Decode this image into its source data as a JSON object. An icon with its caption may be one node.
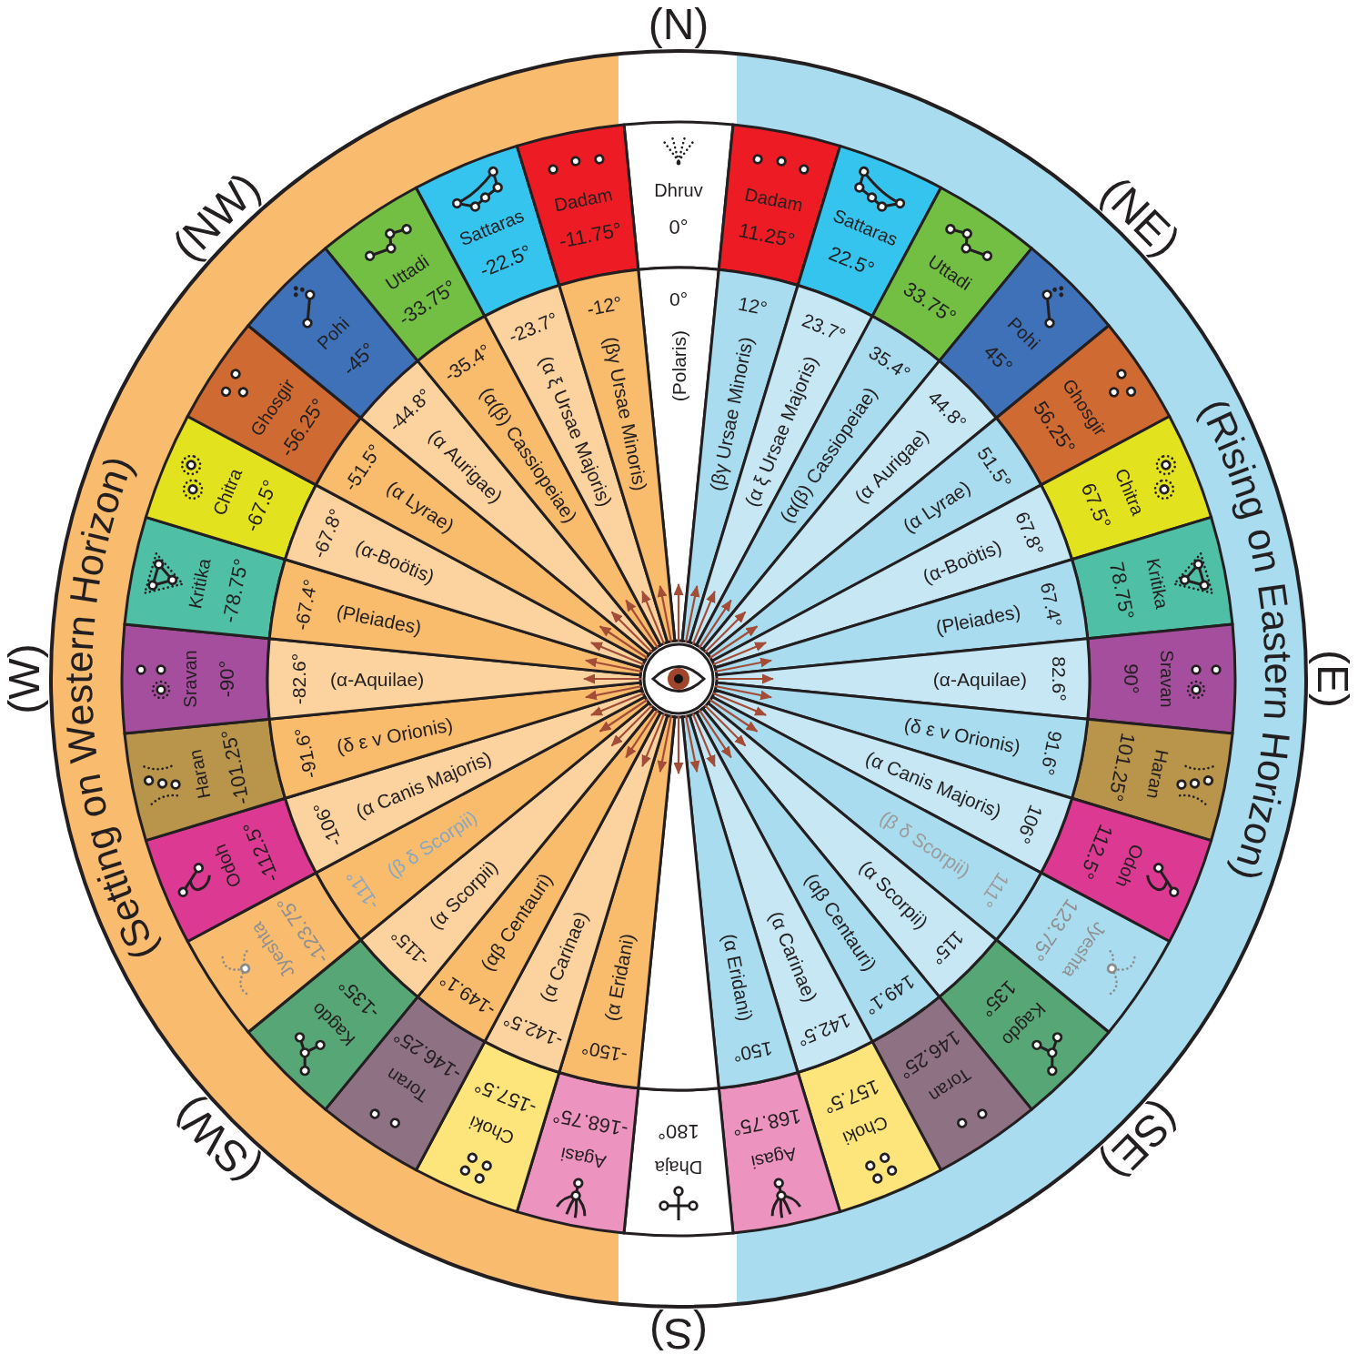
{
  "diagram": {
    "nodes": [
      {
        "text": [
          "(Setting on Western Horizon)"
        ]
      },
      {
        "text": [
          "(Rising on Eastern Horizon)"
        ]
      },
      {
        "text": [
          "Dhruv",
          "0°"
        ]
      },
      {
        "text": [
          "Dadam",
          "11.25°"
        ]
      },
      {
        "text": [
          "Sattaras",
          "22.5°"
        ]
      },
      {
        "text": [
          "Uttadi",
          "33.75°"
        ]
      },
      {
        "text": [
          "Pohi",
          "45°"
        ]
      },
      {
        "text": [
          "Ghosgir",
          "56.25°"
        ]
      },
      {
        "text": [
          "Chitra",
          "67.5°"
        ]
      },
      {
        "text": [
          "Kritika",
          "78.75°"
        ]
      },
      {
        "text": [
          "Sravan",
          "90°"
        ]
      },
      {
        "text": [
          "Haran",
          "101.25°"
        ]
      },
      {
        "text": [
          "Odoh",
          "112.5°"
        ]
      },
      {
        "text": [
          "Jyeshta",
          "123.75°"
        ]
      },
      {
        "text": [
          "Kagdo",
          "135°"
        ]
      },
      {
        "text": [
          "Toran",
          "146.25°"
        ]
      },
      {
        "text": [
          "Choki",
          "157.5°"
        ]
      },
      {
        "text": [
          "Agasi",
          "168.75°"
        ]
      },
      {
        "text": [
          "Dhaja",
          "180°"
        ]
      },
      {
        "text": [
          "Agasi",
          "-168.75°"
        ]
      },
      {
        "text": [
          "Choki",
          "-157.5°"
        ]
      },
      {
        "text": [
          "Toran",
          "-146.25°"
        ]
      },
      {
        "text": [
          "Kagdo",
          "-135°"
        ]
      },
      {
        "text": [
          "Jyeshta",
          "-123.75°"
        ]
      },
      {
        "text": [
          "Odoh",
          "-112.5°"
        ]
      },
      {
        "text": [
          "Haran",
          "-101.25°"
        ]
      },
      {
        "text": [
          "Sravan",
          "-90°"
        ]
      },
      {
        "text": [
          "Kritika",
          "-78.75°"
        ]
      },
      {
        "text": [
          "Chitra",
          "-67.5°"
        ]
      },
      {
        "text": [
          "Ghosgir",
          "-56.25°"
        ]
      },
      {
        "text": [
          "Pohi",
          "-45°"
        ]
      },
      {
        "text": [
          "Uttadi",
          "-33.75°"
        ]
      },
      {
        "text": [
          "Sattaras",
          "-22.5°"
        ]
      },
      {
        "text": [
          "Dadam",
          "-11.75°"
        ]
      },
      {
        "text": [
          "0°",
          "(Polaris)"
        ]
      },
      {
        "text": [
          "12°",
          "(βγ Ursae Minoris)"
        ]
      },
      {
        "text": [
          "23.7°",
          "(α ξ Ursae Majoris)"
        ]
      },
      {
        "text": [
          "35.4°",
          "(α(β) Cassiopeiae)"
        ]
      },
      {
        "text": [
          "44.8°",
          "(α Aurigae)"
        ]
      },
      {
        "text": [
          "51.5°",
          "(α Lyrae)"
        ]
      },
      {
        "text": [
          "67.8°",
          "(α-Boötis)"
        ]
      },
      {
        "text": [
          "67.4°",
          "(Pleiades)"
        ]
      },
      {
        "text": [
          "82.6°",
          "(α-Aquilae)"
        ]
      },
      {
        "text": [
          "91.6°",
          "(δ ε v Orionis)"
        ]
      },
      {
        "text": [
          "106°",
          "(α Canis Majoris)"
        ]
      },
      {
        "text": [
          "111°",
          "(β δ Scorpii)"
        ]
      },
      {
        "text": [
          "115°",
          "(α Scorpii)"
        ]
      },
      {
        "text": [
          "149.1°",
          "(αβ Centauri)"
        ]
      },
      {
        "text": [
          "142.5°",
          "(α Carinae)"
        ]
      },
      {
        "text": [
          "150°",
          "(α Eridani)"
        ]
      },
      {
        "text": [],
        "shape": "wedge"
      },
      {
        "text": [
          "-150°",
          "(α Eridani)"
        ]
      },
      {
        "text": [
          "-142.5°",
          "(α Carinae)"
        ]
      },
      {
        "text": [
          "-149.1°",
          "(αβ Centauri)"
        ]
      },
      {
        "text": [
          "-115°",
          "(α Scorpii)"
        ]
      },
      {
        "text": [
          "-111°",
          "(β δ Scorpii)"
        ]
      },
      {
        "text": [
          "-106°",
          "(α Canis Majoris)"
        ]
      },
      {
        "text": [
          "-91.6°",
          "(δ ε v Orionis)"
        ]
      },
      {
        "text": [
          "-82.6°",
          "(α-Aquilae)"
        ]
      },
      {
        "text": [
          "-67.4°",
          "(Pleiades)"
        ]
      },
      {
        "text": [
          "-67.8°",
          "(α-Boötis)"
        ]
      },
      {
        "text": [
          "-51.5°",
          "(α Lyrae)"
        ]
      },
      {
        "text": [
          "-44.8°",
          "(α Aurigae)"
        ]
      },
      {
        "text": [
          "-35.4°",
          "(α(β) Cassiopeiae)"
        ]
      },
      {
        "text": [
          "-23.7°",
          "(α ξ Ursae Majoris)"
        ]
      },
      {
        "text": [
          "-12°",
          "(βγ Ursae Minoris)"
        ]
      },
      {
        "text": [],
        "shape": "eye"
      }
    ],
    "edges": [
      {
        "from": 66,
        "to": 34,
        "arrow": "to"
      },
      {
        "from": 66,
        "to": 35,
        "arrow": "to"
      },
      {
        "from": 66,
        "to": 36,
        "arrow": "to"
      },
      {
        "from": 66,
        "to": 37,
        "arrow": "to"
      },
      {
        "from": 66,
        "to": 38,
        "arrow": "to"
      },
      {
        "from": 66,
        "to": 39,
        "arrow": "to"
      },
      {
        "from": 66,
        "to": 40,
        "arrow": "to"
      },
      {
        "from": 66,
        "to": 41,
        "arrow": "to"
      },
      {
        "from": 66,
        "to": 42,
        "arrow": "to"
      },
      {
        "from": 66,
        "to": 43,
        "arrow": "to"
      },
      {
        "from": 66,
        "to": 44,
        "arrow": "to"
      },
      {
        "from": 66,
        "to": 45,
        "arrow": "to"
      },
      {
        "from": 66,
        "to": 46,
        "arrow": "to"
      },
      {
        "from": 66,
        "to": 47,
        "arrow": "to"
      },
      {
        "from": 66,
        "to": 48,
        "arrow": "to"
      },
      {
        "from": 66,
        "to": 49,
        "arrow": "to"
      },
      {
        "from": 66,
        "to": 50,
        "arrow": "to"
      },
      {
        "from": 66,
        "to": 51,
        "arrow": "to"
      },
      {
        "from": 66,
        "to": 52,
        "arrow": "to"
      },
      {
        "from": 66,
        "to": 53,
        "arrow": "to"
      },
      {
        "from": 66,
        "to": 54,
        "arrow": "to"
      },
      {
        "from": 66,
        "to": 55,
        "arrow": "to"
      },
      {
        "from": 66,
        "to": 56,
        "arrow": "to"
      },
      {
        "from": 66,
        "to": 57,
        "arrow": "to"
      },
      {
        "from": 66,
        "to": 58,
        "arrow": "to"
      },
      {
        "from": 66,
        "to": 59,
        "arrow": "to"
      },
      {
        "from": 66,
        "to": 60,
        "arrow": "to"
      },
      {
        "from": 66,
        "to": 61,
        "arrow": "to"
      },
      {
        "from": 66,
        "to": 62,
        "arrow": "to"
      },
      {
        "from": 66,
        "to": 63,
        "arrow": "to"
      },
      {
        "from": 66,
        "to": 64,
        "arrow": "to"
      },
      {
        "from": 66,
        "to": 65,
        "arrow": "to"
      }
    ],
    "labels": [
      "(N)",
      "(NE)",
      "(E)",
      "(SE)",
      "(S)",
      "(SW)",
      "(W)",
      "(NW)"
    ]
  }
}
